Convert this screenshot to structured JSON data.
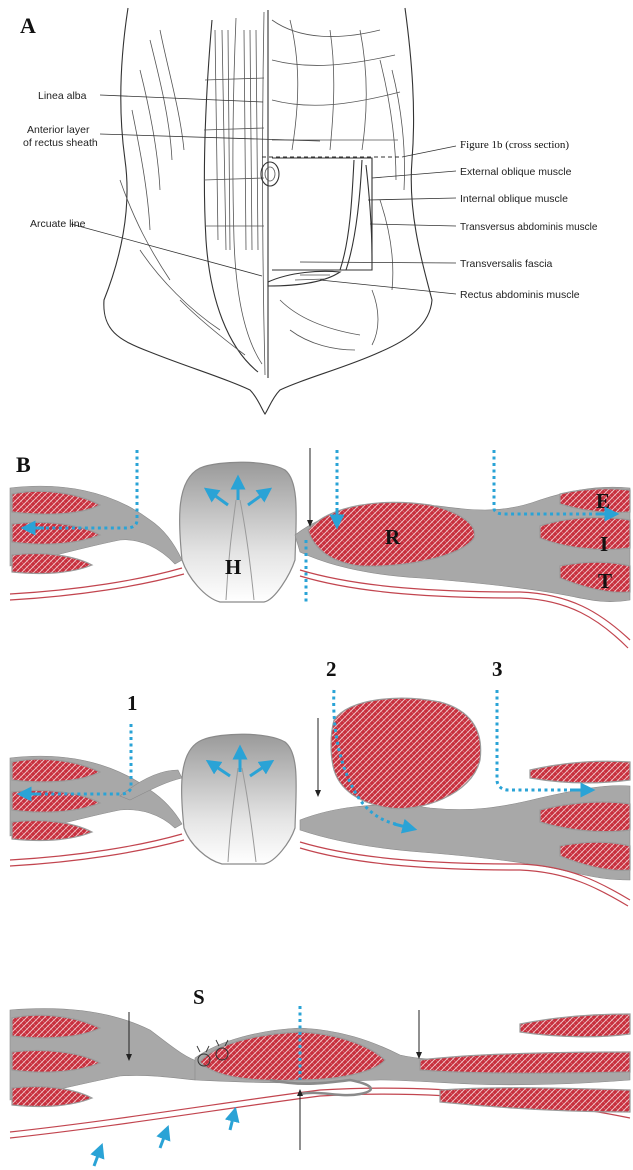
{
  "panel_a": {
    "letter": "A",
    "labels_left": [
      "Linea alba",
      "Anterior layer",
      "of rectus sheath",
      "Arcuate line"
    ],
    "labels_right": [
      "Figure 1b (cross section)",
      "External oblique muscle",
      "Internal oblique muscle",
      "Transversus abdominis muscle",
      "Transversalis fascia",
      "Rectus abdominis muscle"
    ]
  },
  "panel_b": {
    "letter": "B",
    "hernia_label": "H",
    "rectus_label": "R",
    "layer_labels": [
      "E",
      "I",
      "T"
    ]
  },
  "panel_c": {
    "step_labels": [
      "1",
      "2",
      "3"
    ]
  },
  "panel_d": {
    "suture_label": "S"
  },
  "colors": {
    "muscle_red": "#c8303e",
    "fascia_gray": "#a8a8a8",
    "dissection_blue": "#2aa3d6",
    "peritoneum_red": "#c2454f"
  }
}
